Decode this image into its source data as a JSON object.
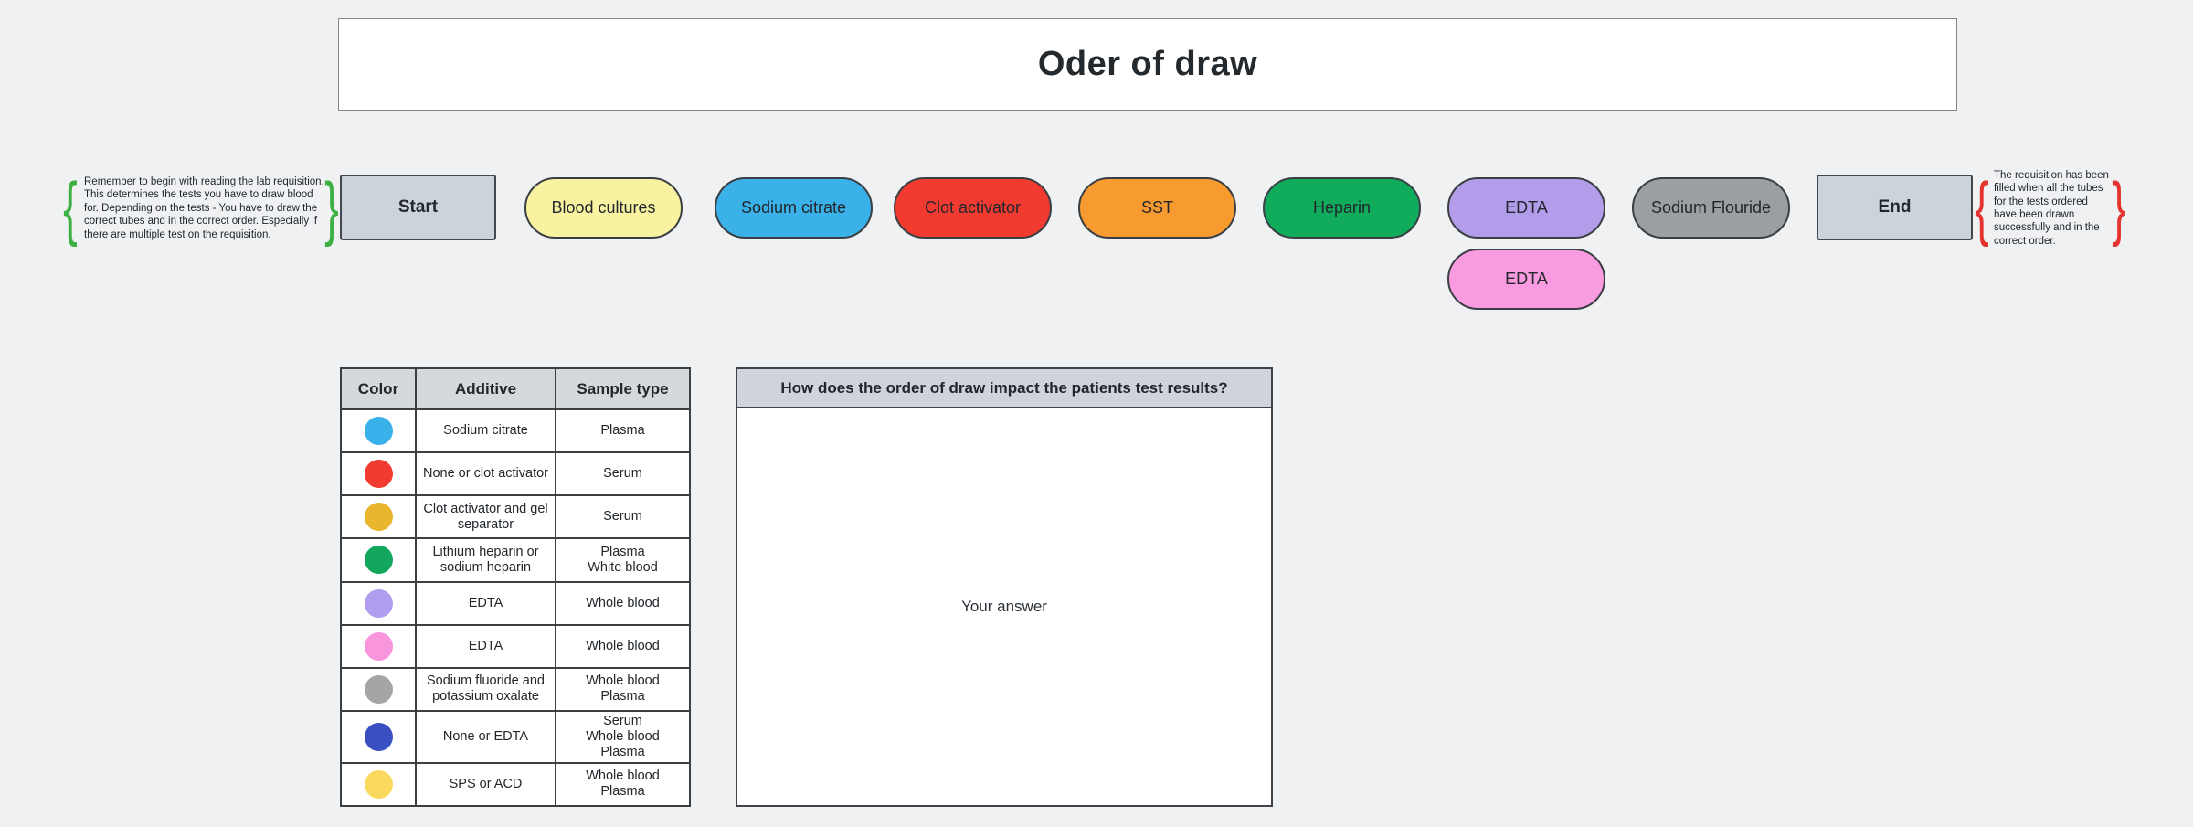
{
  "title": "Oder of draw",
  "flow": {
    "left_note": {
      "text": "Remember to begin with reading the lab requisition. This determines the tests you have to draw blood for. Depending on the tests - You have to draw the correct tubes and in the correct order.  Especially if there are multiple test on the requisition.",
      "brace_color": "#3cb043"
    },
    "right_note": {
      "text": "The requisition has been filled when all the tubes for the tests ordered have been drawn successfully and in the correct order.",
      "brace_color": "#e5342f"
    },
    "nodes": [
      {
        "label": "Start",
        "type": "rect",
        "fill": "#cdd3da"
      },
      {
        "label": "Blood cultures",
        "type": "pill",
        "fill": "#f9f3a1"
      },
      {
        "label": "Sodium citrate",
        "type": "pill",
        "fill": "#3ab1e9"
      },
      {
        "label": "Clot activator",
        "type": "pill",
        "fill": "#f23a30"
      },
      {
        "label": "SST",
        "type": "pill",
        "fill": "#f79b31"
      },
      {
        "label": "Heparin",
        "type": "pill",
        "fill": "#10ab5b"
      },
      {
        "label": "EDTA",
        "type": "pill",
        "fill": "#b39cea"
      },
      {
        "label": "Sodium Flouride",
        "type": "pill",
        "fill": "#9b9ea2"
      },
      {
        "label": "End",
        "type": "rect",
        "fill": "#cdd3da"
      }
    ],
    "extra_node": {
      "label": "EDTA",
      "type": "pill",
      "fill": "#f99be0"
    }
  },
  "table": {
    "headers": [
      "Color",
      "Additive",
      "Sample type"
    ],
    "rows": [
      {
        "color": "#39b1ea",
        "additive": "Sodium citrate",
        "sample": "Plasma"
      },
      {
        "color": "#f23a30",
        "additive": "None or clot activator",
        "sample": "Serum"
      },
      {
        "color": "#e9b62e",
        "additive": "Clot activator and gel separator",
        "sample": "Serum"
      },
      {
        "color": "#12a75c",
        "additive": "Lithium heparin or sodium heparin",
        "sample": "Plasma\nWhite blood"
      },
      {
        "color": "#b09df0",
        "additive": "EDTA",
        "sample": "Whole blood"
      },
      {
        "color": "#f895dc",
        "additive": "EDTA",
        "sample": "Whole blood"
      },
      {
        "color": "#a5a5a5",
        "additive": "Sodium fluoride and potassium oxalate",
        "sample": "Whole blood\nPlasma"
      },
      {
        "color": "#3a50c2",
        "additive": "None or EDTA",
        "sample": "Serum\nWhole blood\nPlasma"
      },
      {
        "color": "#fbd95e",
        "additive": "SPS or ACD",
        "sample": "Whole blood\nPlasma"
      }
    ]
  },
  "question": {
    "header": "How does the order of draw impact the patients test results?",
    "answer_placeholder": "Your answer"
  }
}
